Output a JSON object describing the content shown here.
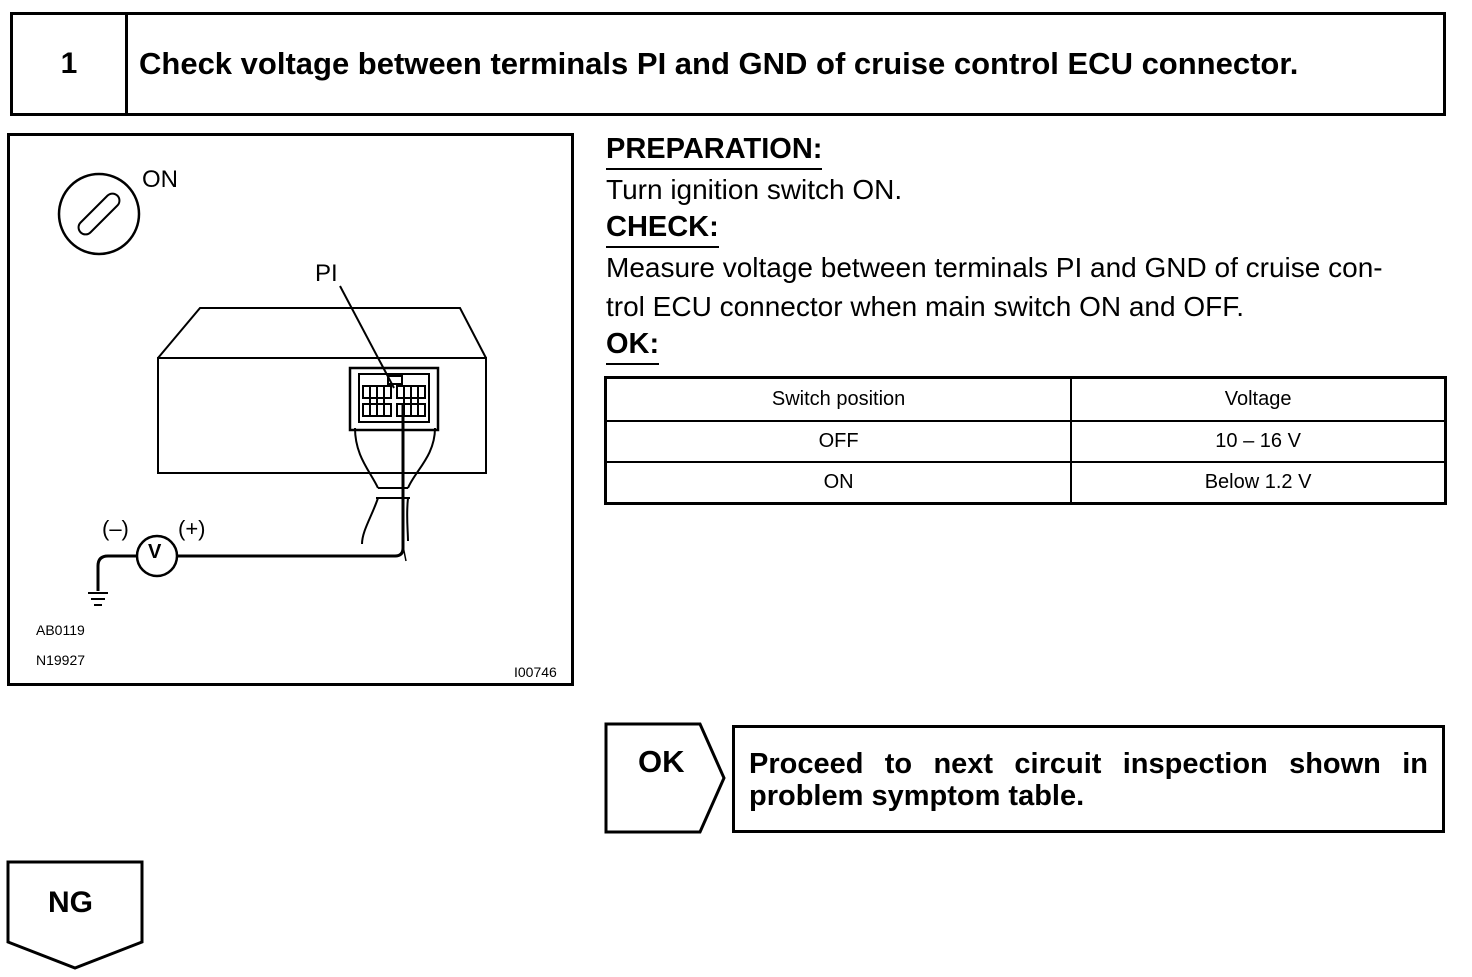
{
  "step": {
    "number": "1",
    "title": "Check voltage between terminals PI and GND of cruise control ECU connector."
  },
  "figure": {
    "switch_label": "ON",
    "terminal_label": "PI",
    "meter_symbol": "V",
    "minus_label": "(–)",
    "plus_label": "(+)",
    "code_1": "AB0119",
    "code_2": "N19927",
    "code_3": "I00746"
  },
  "preparation": {
    "heading": "PREPARATION:",
    "text": "Turn ignition switch ON."
  },
  "check": {
    "heading": "CHECK:",
    "text_line1": "Measure voltage between terminals PI and GND of cruise con-",
    "text_line2": "trol ECU connector when main switch ON and OFF."
  },
  "ok": {
    "heading": "OK:"
  },
  "spec_table": {
    "headers": [
      "Switch position",
      "Voltage"
    ],
    "rows": [
      [
        "OFF",
        "10 – 16 V"
      ],
      [
        "ON",
        "Below 1.2 V"
      ]
    ]
  },
  "ok_result": {
    "tag": "OK",
    "text": "Proceed to next circuit inspection shown in problem symptom table."
  },
  "ng_result": {
    "tag": "NG"
  }
}
